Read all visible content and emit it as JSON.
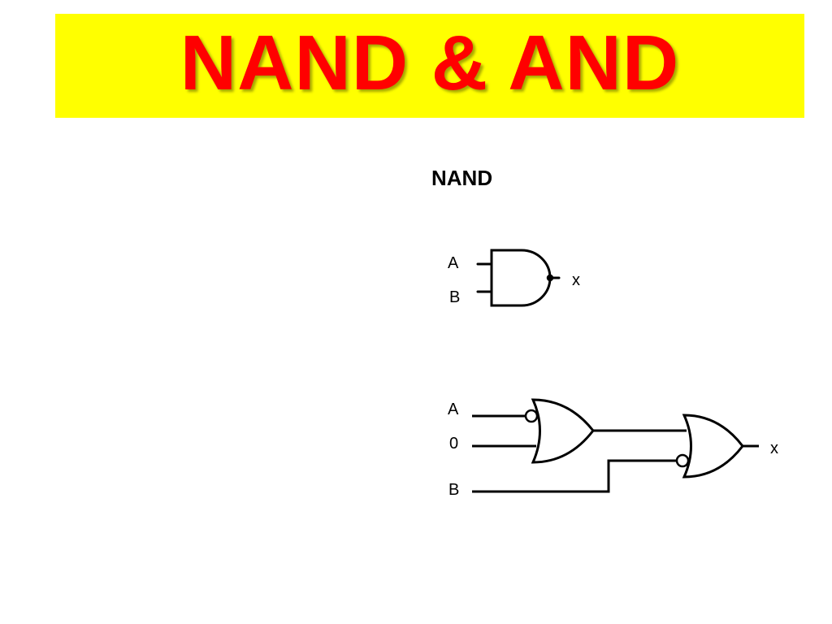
{
  "slide": {
    "title": "NAND & AND",
    "title_color": "#ff0000",
    "banner_color": "#ffff00"
  },
  "nand_section": {
    "heading": "NAND",
    "gate": {
      "input_a_label": "A",
      "input_b_label": "B",
      "output_label": "x"
    }
  },
  "equivalent_circuit": {
    "input_a_label": "A",
    "input_zero_label": "0",
    "input_b_label": "B",
    "output_label": "x"
  }
}
